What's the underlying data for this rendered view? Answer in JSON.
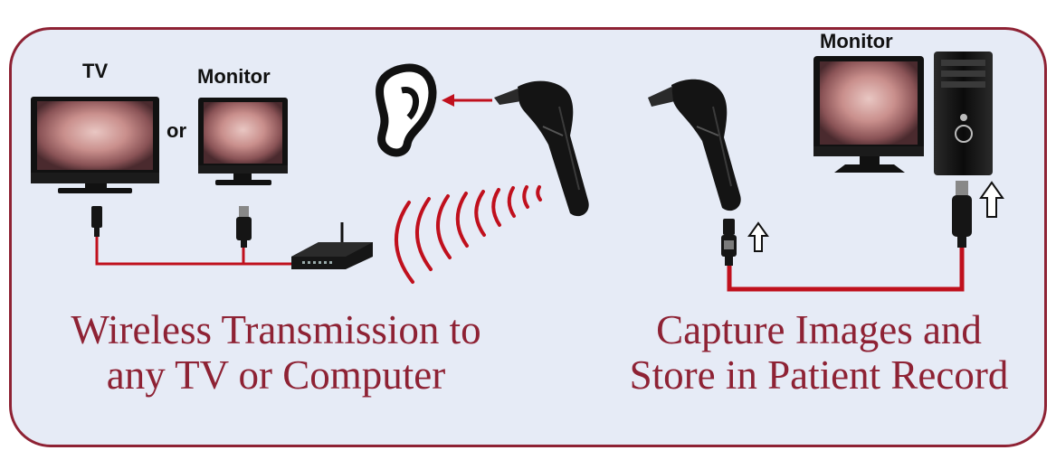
{
  "labels": {
    "tv": "TV",
    "or": "or",
    "monitor_left": "Monitor",
    "monitor_right": "Monitor"
  },
  "captions": {
    "left_line1": "Wireless Transmission to",
    "left_line2": "any TV or Computer",
    "right_line1": "Capture Images and",
    "right_line2": "Store in Patient Record"
  },
  "colors": {
    "brand": "#8e2234",
    "panel_background": "#e6ebf6",
    "cable": "#c0101d",
    "device": "#151515"
  }
}
